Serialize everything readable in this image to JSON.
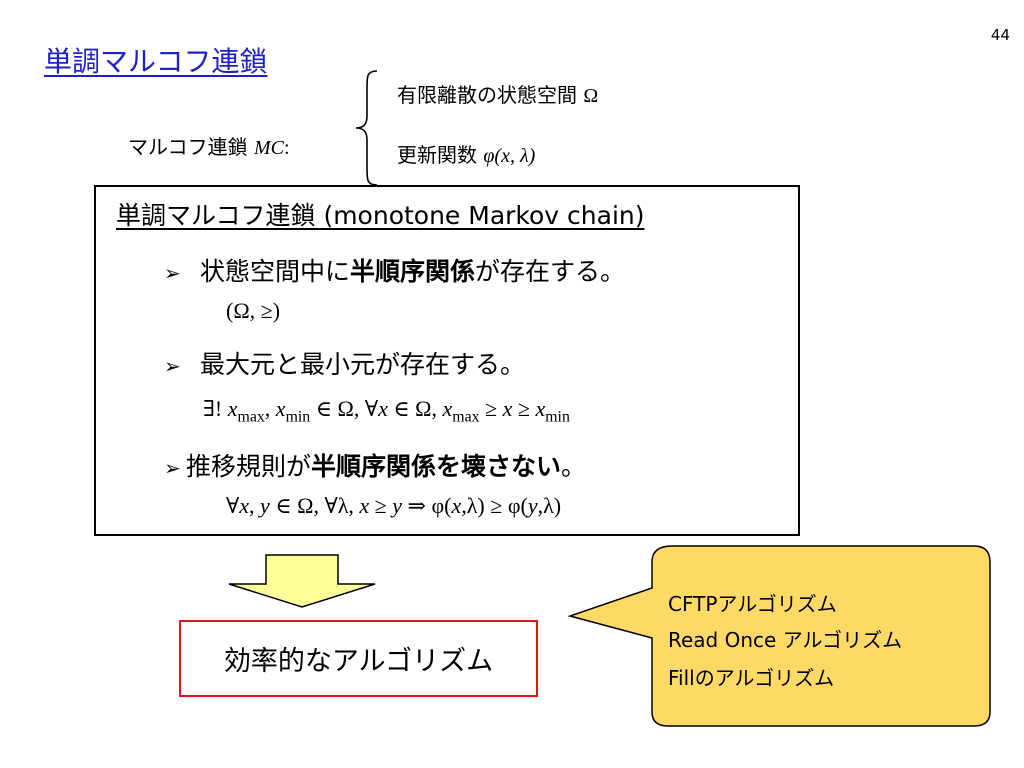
{
  "page": {
    "number": "44",
    "title": "単調マルコフ連鎖"
  },
  "markov": {
    "label": "マルコフ連鎖 ",
    "label_symbol": "MC",
    "label_colon": ":",
    "items": [
      {
        "text": "有限離散の状態空間 ",
        "symbol": "Ω"
      },
      {
        "text": "更新関数 ",
        "symbol": "φ(x, λ)"
      }
    ]
  },
  "definition": {
    "title": "単調マルコフ連鎖 (monotone Markov chain)",
    "bullets": [
      {
        "before": "状態空間中に",
        "bold": "半順序関係",
        "after": "が存在する。"
      },
      {
        "before": "最大元と最小元が存在する。",
        "bold": "",
        "after": ""
      },
      {
        "before": "推移規則が",
        "bold": "半順序関係を壊さない",
        "after": "。"
      }
    ],
    "formulas": [
      "(Ω, ≥)",
      "∃! x_max, x_min ∈ Ω, ∀x ∈ Ω, x_max ≥ x ≥ x_min",
      "∀x, y ∈ Ω, ∀λ, x ≥ y ⇒  φ(x,λ) ≥ φ(y,λ)"
    ]
  },
  "result": {
    "label": "効率的なアルゴリズム"
  },
  "callout": {
    "items": [
      "CFTPアルゴリズム",
      "Read Once アルゴリズム",
      "Fillのアルゴリズム"
    ]
  },
  "colors": {
    "title": "#1f1fd0",
    "arrow_fill": "#ffff99",
    "result_border": "#e01515",
    "callout_fill": "#ffd966"
  }
}
